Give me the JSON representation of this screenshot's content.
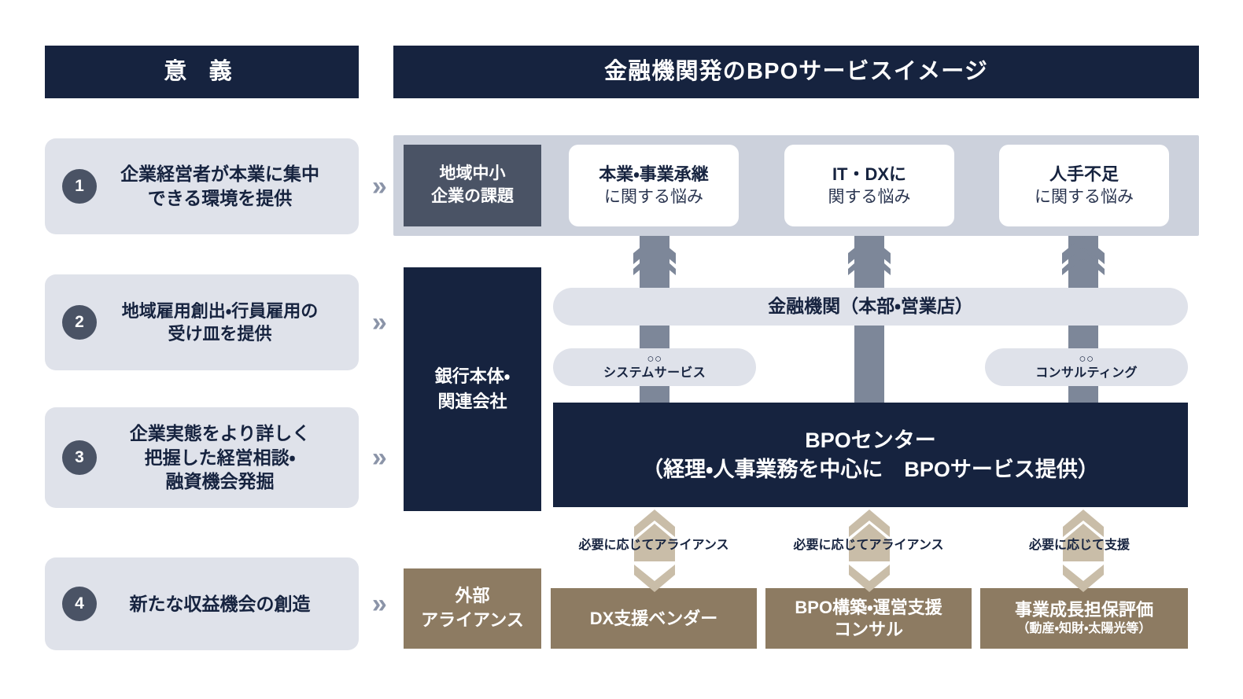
{
  "headers": {
    "left": "意 義",
    "right": "金融機関発のBPOサービスイメージ"
  },
  "benefits": [
    {
      "num": "1",
      "text": "企業経営者が本業に集中\nできる環境を提供"
    },
    {
      "num": "2",
      "text": "地域雇用創出・行員雇用の\n受け皿を提供"
    },
    {
      "num": "3",
      "text": "企業実態をより詳しく\n把握した経営相談・\n融資機会発掘"
    },
    {
      "num": "4",
      "text": "新たな収益機会の創造"
    }
  ],
  "chevron_glyph": "»",
  "issues": {
    "label": "地域中小\n企業の課題",
    "cards": [
      {
        "line1": "本業・事業承継",
        "line2": "に関する悩み"
      },
      {
        "line1": "IT・DXに",
        "line2": "関する悩み"
      },
      {
        "line1": "人手不足",
        "line2": "に関する悩み"
      }
    ]
  },
  "bank": {
    "label": "銀行本体・\n関連会社",
    "financial_bar": "金融機関（本部・営業店）",
    "service_pills": [
      {
        "line1": "○○",
        "line2": "システムサービス"
      },
      {
        "line1": "○○",
        "line2": "コンサルティング"
      }
    ],
    "bpo_center": {
      "line1": "BPOセンター",
      "line2": "（経理・人事業務を中心に　BPOサービス提供）"
    }
  },
  "external": {
    "label": "外部\nアライアンス",
    "alliance_captions": [
      "必要に応じてアライアンス",
      "必要に応じてアライアンス",
      "必要に応じて支援"
    ],
    "vendors": [
      {
        "line1": "DX支援ベンダー",
        "line2": ""
      },
      {
        "line1": "BPO構築・運営支援\nコンサル",
        "line2": ""
      },
      {
        "line1": "事業成長担保評価",
        "line2": "（動産・知財・太陽光等）"
      }
    ]
  },
  "colors": {
    "navy": "#16233f",
    "slate": "#4a5365",
    "light_gray": "#dfe2ea",
    "band_gray": "#ccd1dc",
    "connector_gray": "#7d8799",
    "beige": "#8d7b62",
    "beige_light": "#c9bda8",
    "white": "#ffffff"
  }
}
